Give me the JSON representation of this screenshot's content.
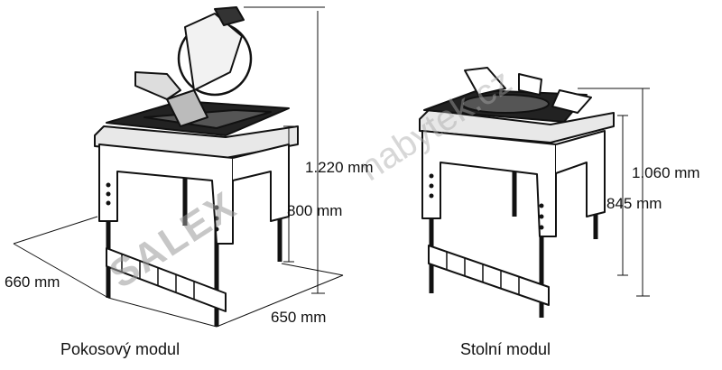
{
  "watermark": {
    "brand": "SALEX",
    "site": "nabytek.cz"
  },
  "left_module": {
    "caption": "Pokosový modul",
    "dimensions": {
      "height_total": "1.220 mm",
      "height_table": "800 mm",
      "depth": "660 mm",
      "width": "650 mm"
    }
  },
  "right_module": {
    "caption": "Stolní modul",
    "dimensions": {
      "height_total": "1.060 mm",
      "height_table": "845 mm"
    }
  },
  "colors": {
    "ink": "#111111",
    "watermark": "#9a9a9a"
  }
}
